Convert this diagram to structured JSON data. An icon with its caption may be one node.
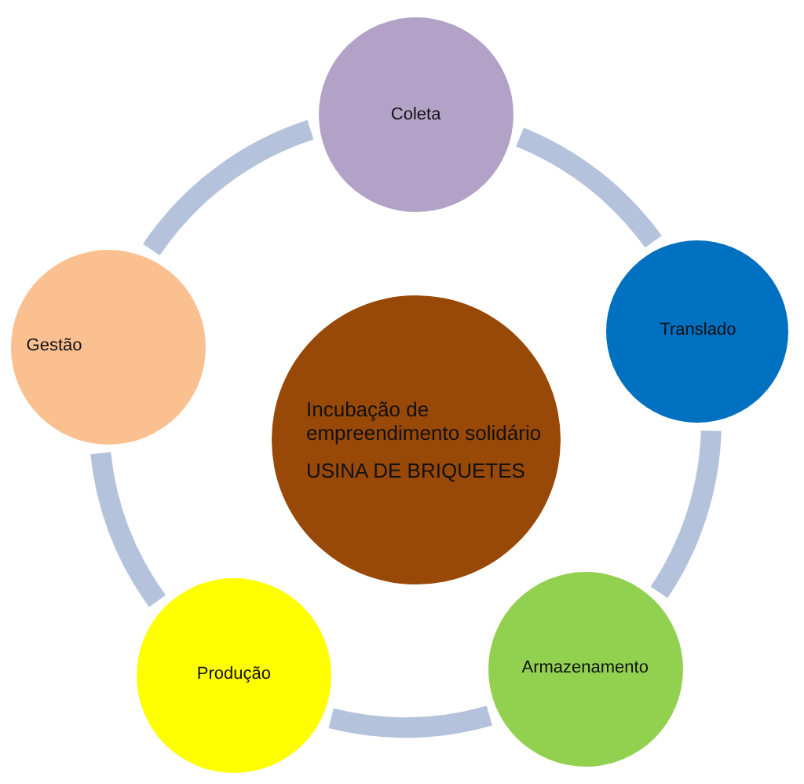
{
  "diagram": {
    "nodes": [
      {
        "text": [
          "Incubação de empreendimento solidário",
          "USINA DE BRIQUETES"
        ]
      },
      {
        "text": [
          "Coleta"
        ]
      },
      {
        "text": [
          "Translado"
        ]
      },
      {
        "text": [
          "Armazenamento"
        ]
      },
      {
        "text": [
          "Produção"
        ]
      },
      {
        "text": [
          "Gestão"
        ]
      }
    ],
    "edges": [
      {
        "from": 1,
        "to": 2,
        "arrow": "none"
      },
      {
        "from": 2,
        "to": 3,
        "arrow": "none"
      },
      {
        "from": 3,
        "to": 4,
        "arrow": "none"
      },
      {
        "from": 4,
        "to": 5,
        "arrow": "none"
      },
      {
        "from": 5,
        "to": 1,
        "arrow": "none"
      }
    ]
  }
}
